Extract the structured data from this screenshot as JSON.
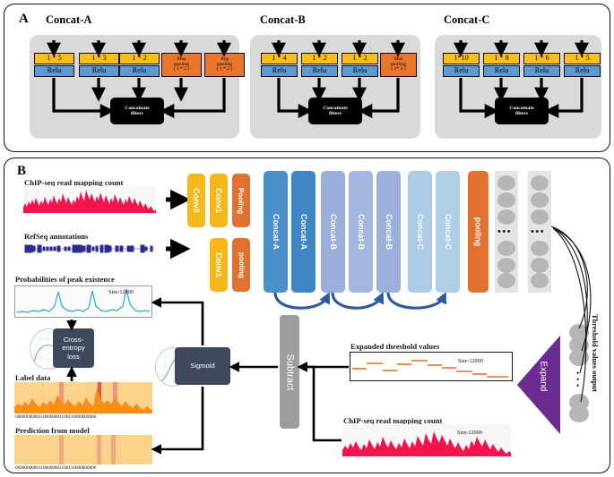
{
  "figure": {
    "panelA_letter": "A",
    "panelB_letter": "B"
  },
  "panelA": {
    "groups": [
      {
        "title": "Concat-A",
        "branches": [
          {
            "kernel": "1 * 5",
            "act": "Relu",
            "type": "conv"
          },
          {
            "kernel": "1 * 3",
            "act": "Relu",
            "type": "conv"
          },
          {
            "kernel": "1 * 2",
            "act": "Relu",
            "type": "conv"
          },
          {
            "kernel": "Max\npooling\n( 1 * 2 )",
            "act": "",
            "type": "pool"
          },
          {
            "kernel": "Avg\npooling\n( 1 * 2 )",
            "act": "",
            "type": "pool"
          }
        ],
        "concat_label": "Concatnate\nfilters"
      },
      {
        "title": "Concat-B",
        "branches": [
          {
            "kernel": "1 * 4",
            "act": "Relu",
            "type": "conv"
          },
          {
            "kernel": "1 * 2",
            "act": "Relu",
            "type": "conv"
          },
          {
            "kernel": "1 * 2",
            "act": "Relu",
            "type": "conv"
          },
          {
            "kernel": "Max\npooling\n( 1* 2 )",
            "act": "",
            "type": "pool"
          }
        ],
        "concat_label": "Concatnate\nfilters"
      },
      {
        "title": "Concat-C",
        "branches": [
          {
            "kernel": "1*10",
            "act": "Relu",
            "type": "conv"
          },
          {
            "kernel": "1 * 8",
            "act": "Relu",
            "type": "conv"
          },
          {
            "kernel": "1 * 6",
            "act": "Relu",
            "type": "conv"
          },
          {
            "kernel": "1 * 5",
            "act": "Relu",
            "type": "conv"
          }
        ],
        "concat_label": "Concatnate\nfilters"
      }
    ]
  },
  "panelB": {
    "input_top_caption": "ChIP-seq read mapping count",
    "input_bottom_caption": "RefSeq annotations",
    "top_stream": [
      {
        "label": "Conv2",
        "color": "#F5B719"
      },
      {
        "label": "Conv1",
        "color": "#F5B719"
      },
      {
        "label": "Pooling",
        "color": "#E1712E"
      }
    ],
    "bottom_stream": [
      {
        "label": "Conv1",
        "color": "#F5B719"
      },
      {
        "label": "pooling",
        "color": "#E1712E"
      }
    ],
    "backbone": [
      {
        "label": "Concat-A",
        "color": "#4B8FC8"
      },
      {
        "label": "Concat-A",
        "color": "#3F86C4"
      },
      {
        "label": "Concat-B",
        "color": "#9BAEDA"
      },
      {
        "label": "Concat-B",
        "color": "#A4B6DF"
      },
      {
        "label": "Concat-B",
        "color": "#9DB0DB"
      },
      {
        "label": "Concat-C",
        "color": "#ACCCE6"
      },
      {
        "label": "Concat-C",
        "color": "#AFCEE8"
      },
      {
        "label": "pooling",
        "color": "#E1712E"
      }
    ],
    "fc_ellipsis": "•••",
    "threshold_values_output": "Threshold values output",
    "threshold_ellipsis": "•••",
    "expand_label": "Expand",
    "expanded_caption": "Expanded threshold values",
    "expanded_size": "Size:12000",
    "chipseq_bottom_caption": "ChIP-seq read mapping count",
    "chipseq_bottom_size": "Size:12000",
    "subtract_label": "Subtract",
    "sigmoid_label": "Sigmoid",
    "probabilities_caption": "Probabilities of peak existence",
    "probabilities_size": "Size:12000",
    "loss_label": "Cross-\nentropy\nloss",
    "label_data_caption": "Label data",
    "label_data_bits": "00000000001100000001100110000000000",
    "prediction_caption": "Prediction from model",
    "prediction_bits": "00000000001100000001100110000000000"
  },
  "colors": {
    "yellow_kernel": "#FBBE20",
    "blue_relu": "#5B9BD5",
    "orange_pool": "#E8762C",
    "group_bg": "#D9D9D9",
    "concat_black": "#000000",
    "chipseq_red": "#F4134C",
    "label_orange": "#FB8D1C",
    "label_bg": "#FBD38B",
    "prob_blue": "#2EA5DE",
    "expand_purple": "#6B2C91",
    "subtract_gray": "#9D9D9D",
    "proc_navy": "#3E4A5C",
    "refseq_navy": "#2B2B8C",
    "curve_blue": "#2E5C99"
  }
}
